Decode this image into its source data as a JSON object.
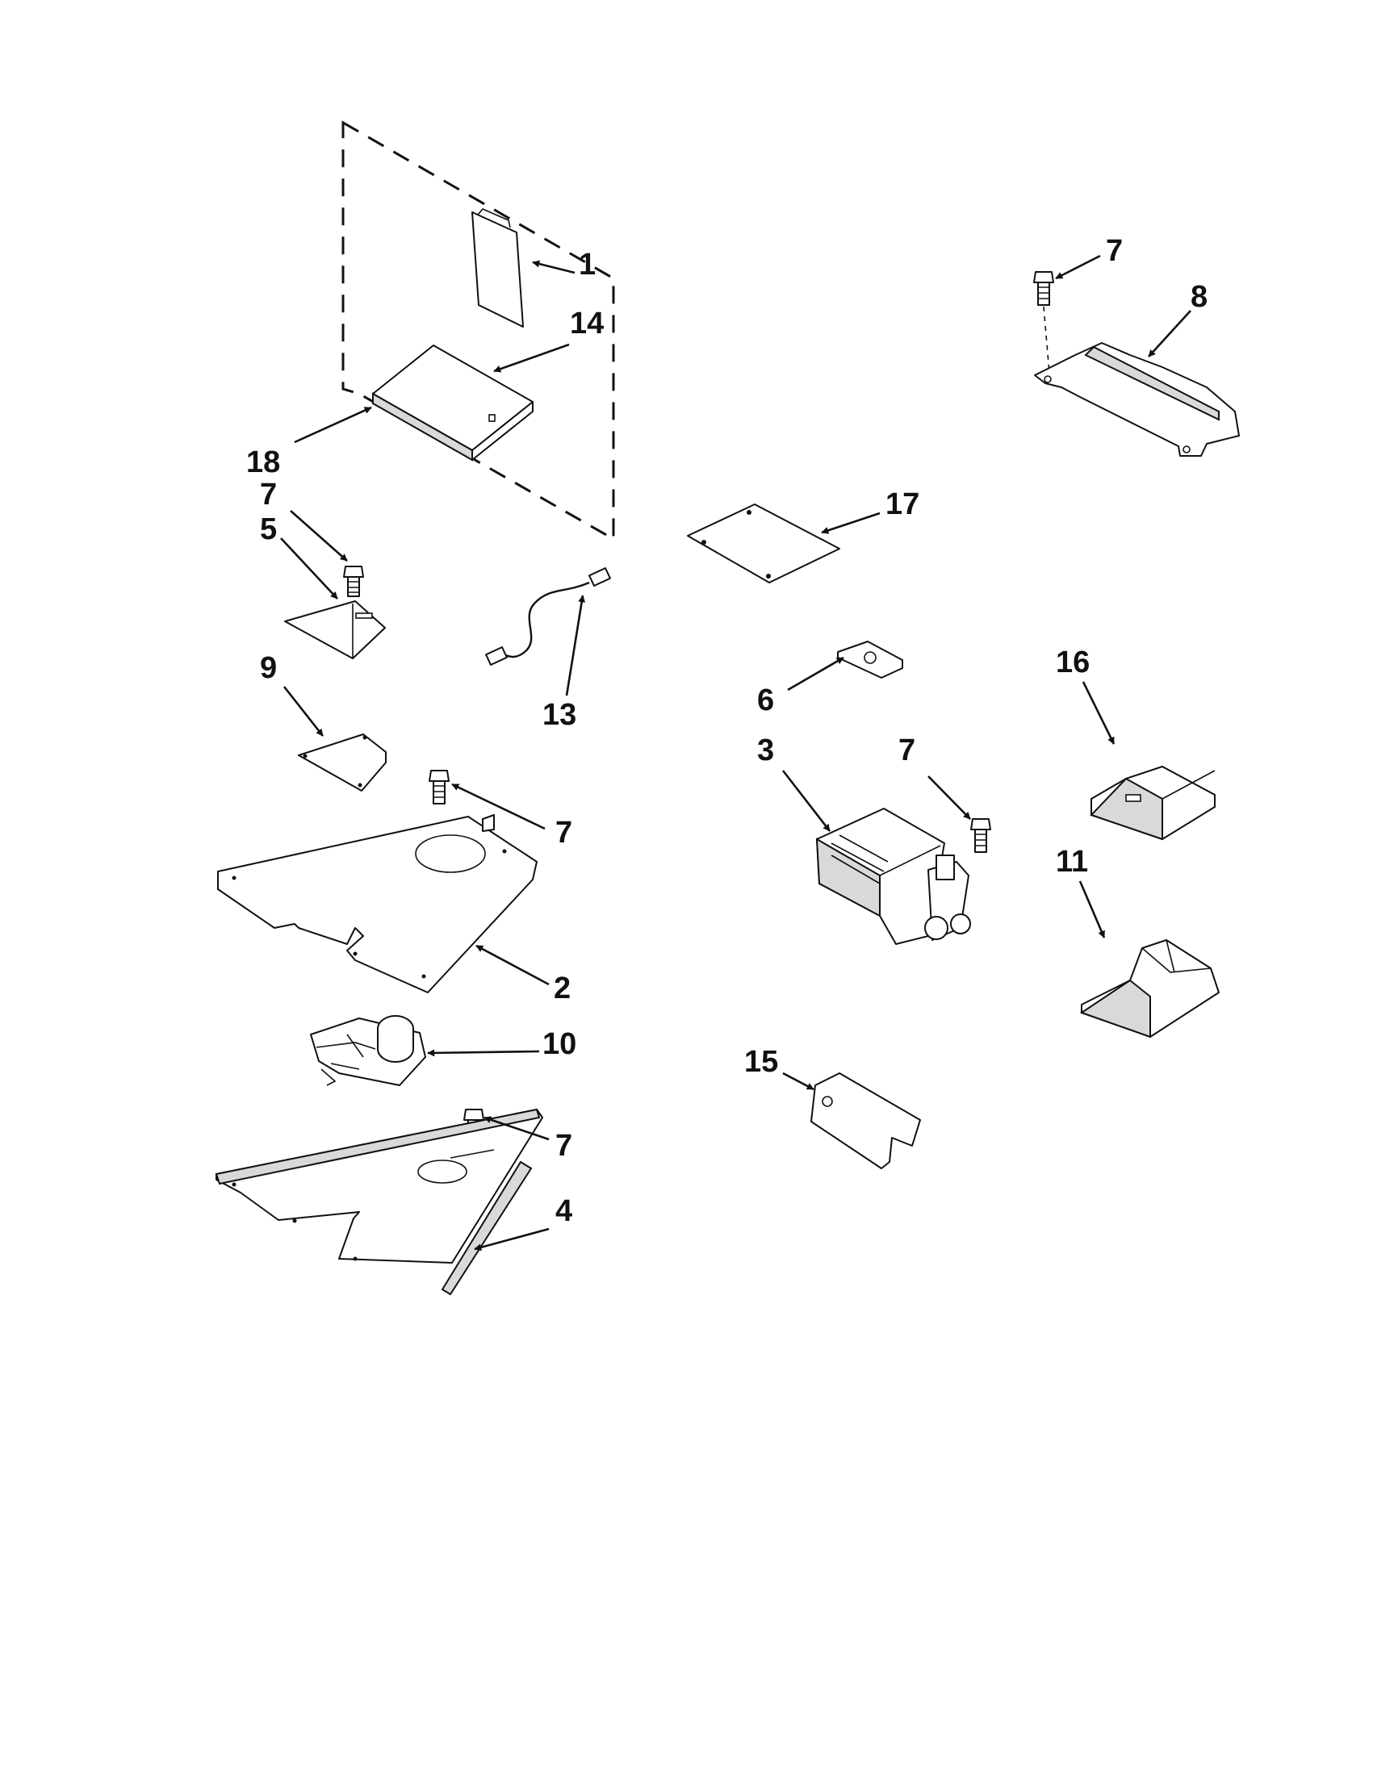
{
  "diagram": {
    "callouts": {
      "c1": "1",
      "c14": "14",
      "c18": "18",
      "c7a": "7",
      "c5": "5",
      "c13": "13",
      "c9": "9",
      "c7b": "7",
      "c2": "2",
      "c10": "10",
      "c7c": "7",
      "c4": "4",
      "c17": "17",
      "c6": "6",
      "c3": "3",
      "c7d": "7",
      "c15": "15",
      "c7e": "7",
      "c8": "8",
      "c16": "16",
      "c11": "11"
    }
  }
}
